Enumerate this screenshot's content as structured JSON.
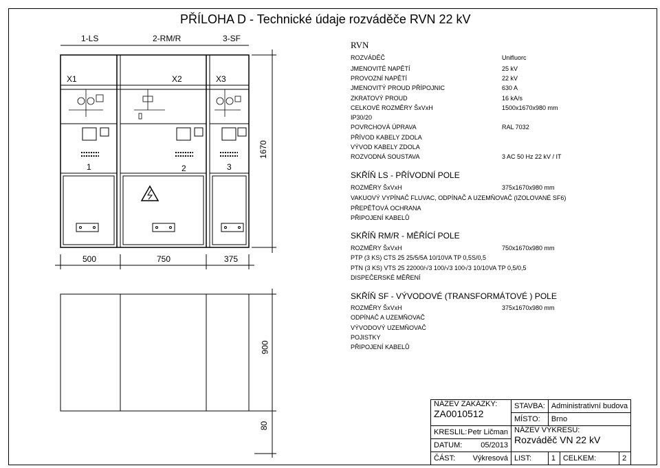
{
  "title": "PŘÍLOHA D - Technické údaje rozváděče RVN 22 kV",
  "panels": {
    "top_labels": [
      "1-LS",
      "2-RM/R",
      "3-SF"
    ],
    "cell_labels": [
      "X1",
      "X2",
      "X3"
    ],
    "numbers": [
      "1",
      "2",
      "3"
    ],
    "widths": [
      "500",
      "750",
      "375"
    ],
    "height": "1670",
    "base_height": "900",
    "plinth_height": "80"
  },
  "specs": {
    "heading": "RVN",
    "rows": [
      {
        "label": "ROZVÁDĚČ",
        "value": "Unifluorc"
      },
      {
        "label": "JMENOVITÉ NAPĚTÍ",
        "value": "25 kV"
      },
      {
        "label": "PROVOZNÍ NAPĚTÍ",
        "value": "22 kV"
      },
      {
        "label": "JMENOVITÝ PROUD PŘÍPOJNIC",
        "value": "630 A"
      },
      {
        "label": "ZKRATOVÝ PROUD",
        "value": "16 kA/s"
      },
      {
        "label": "CELKOVÉ ROZMĚRY ŠxVxH",
        "value": "1500x1670x980 mm"
      },
      {
        "label": "IP30/20",
        "value": ""
      },
      {
        "label": "POVRCHOVÁ ÚPRAVA",
        "value": "RAL 7032"
      },
      {
        "label": "PŘÍVOD KABELY ZDOLA",
        "value": ""
      },
      {
        "label": "VÝVOD KABELY ZDOLA",
        "value": ""
      },
      {
        "label": "ROZVODNÁ SOUSTAVA",
        "value": "3 AC 50 Hz 22 kV / IT"
      }
    ]
  },
  "sections": [
    {
      "heading": "SKŘÍŇ LS - PŘÍVODNÍ POLE",
      "dims_label": "ROZMĚRY ŠxVxH",
      "dims_value": "375x1670x980 mm",
      "lines": [
        "VAKUOVÝ VYPÍNAČ FLUVAC, ODPÍNAČ A UZEMŇOVAČ (IZOLOVANÉ SF6)",
        "PŘEPĚŤOVÁ OCHRANA",
        "PŘIPOJENÍ KABELŮ"
      ]
    },
    {
      "heading": "SKŘÍŇ RM/R - MĚŘÍCÍ POLE",
      "dims_label": "ROZMĚRY ŠxVxH",
      "dims_value": "750x1670x980 mm",
      "lines": [
        "PTP (3 KS) CTS 25 25/5/5A 10/10VA TP 0,5S/0,5",
        "PTN (3 KS) VTS 25 22000/√3 100/√3 100√3 10/10VA  TP 0,5/0,5",
        "DISPEČERSKÉ MĚŘENÍ"
      ]
    },
    {
      "heading": "SKŘÍŇ SF -  VÝVODOVÉ (TRANSFORMÁTOVÉ ) POLE",
      "dims_label": "ROZMĚRY ŠxVxH",
      "dims_value": "375x1670x980 mm",
      "lines": [
        "ODPÍNAČ A UZEMŇOVAČ",
        "VÝVODOVÝ UZEMŇOVAČ",
        "POJISTKY",
        "PŘIPOJENÍ KABELŮ"
      ]
    }
  ],
  "titleblock": {
    "zakazka_label": "NÁZEV ZAKÁZKY:",
    "zakazka_value": "ZA0010512",
    "stavba_label": "STAVBA:",
    "stavba_value": "Administrativní budova",
    "misto_label": "MÍSTO:",
    "misto_value": "Brno",
    "kreslil_label": "KRESLIL:",
    "kreslil_value": "Petr Ličman",
    "vykres_label": "NÁZEV VÝKRESU:",
    "vykres_value": "Rozváděč VN 22 kV",
    "datum_label": "DATUM:",
    "datum_value": "05/2013",
    "cast_label": "ČÁST:",
    "cast_value": "Výkresová",
    "list_label": "LIST:",
    "list_value": "1",
    "celkem_label": "CELKEM:",
    "celkem_value": "2"
  }
}
